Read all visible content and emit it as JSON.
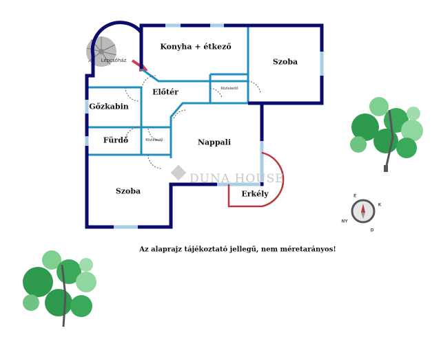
{
  "rooms": {
    "konyha": "Konyha + étkező",
    "szoba_top": "Szoba",
    "lepcsohaz": "Lépcsőház",
    "eloter": "Előtér",
    "kozlekedo_top": "Közlekedő",
    "gozkabin": "Gőzkabin",
    "furdo": "Fürdő",
    "kozlekedo_small": "Közlekedő",
    "nappali": "Nappali",
    "szoba_bottom": "Szoba",
    "erkely": "Erkély"
  },
  "logo": "DUNA HOUSE",
  "compass": {
    "n": "É",
    "e": "K",
    "s": "D",
    "w": "NY"
  },
  "note": "Az alaprajz tájékoztató jellegű, nem méretarányos!",
  "colors": {
    "outer_wall": "#0b0b6b",
    "inner_wall": "#1f8fbf",
    "window": "#a9cde3",
    "balcony": "#b8353a",
    "tree": "#2e9a4e"
  }
}
